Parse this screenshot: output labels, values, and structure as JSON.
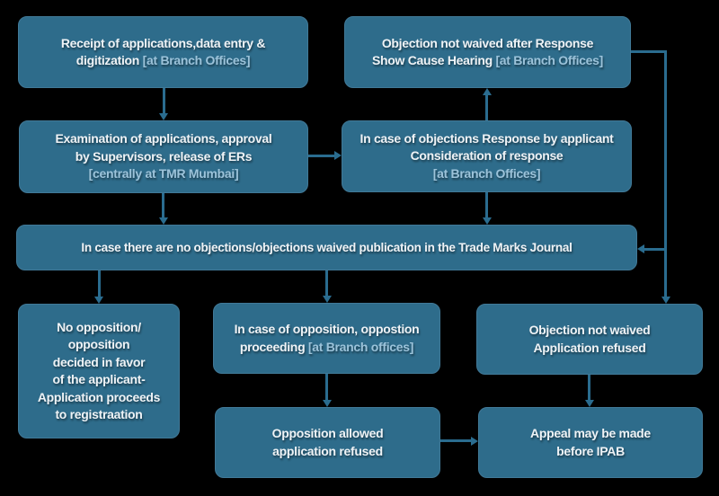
{
  "colors": {
    "background": "#000000",
    "box_fill": "#2E6C8B",
    "box_border": "#417997",
    "connector": "#2A6C8F",
    "text_primary": "#EFF3F6",
    "text_location": "#9CC3DA"
  },
  "boxes": {
    "receipt": {
      "line1": "Receipt of applications,data entry &",
      "line2": "digitization",
      "location": "[at Branch Offices]"
    },
    "show_cause_hearing": {
      "line1": "Objection not waived after Response",
      "line2": "Show Cause Hearing",
      "location": "[at Branch Offices]"
    },
    "examination": {
      "line1": "Examination of applications, approval",
      "line2": "by Supervisors, release of ERs",
      "location": "[centrally at TMR Mumbai]"
    },
    "objections_response": {
      "line1": "In case of objections Response by applicant",
      "line2": "Consideration of response",
      "location": "[at Branch Offices]"
    },
    "publication": {
      "line1": "In case there are no objections/objections waived publication in the Trade Marks Journal"
    },
    "no_opposition": {
      "line1": "No opposition/",
      "line2": "opposition",
      "line3": "decided in favor",
      "line4": "of the applicant-",
      "line5": "Application proceeds",
      "line6": "to registraation"
    },
    "opposition_proceeding": {
      "line1": "In case of opposition, oppostion",
      "line2": "proceeding",
      "location": "[at Branch offices]"
    },
    "objection_refused": {
      "line1": "Objection not waived",
      "line2": "Application refused"
    },
    "opposition_allowed": {
      "line1": "Opposition allowed",
      "line2": "application refused"
    },
    "appeal_ipab": {
      "line1": "Appeal may be made",
      "line2": "before IPAB"
    }
  }
}
